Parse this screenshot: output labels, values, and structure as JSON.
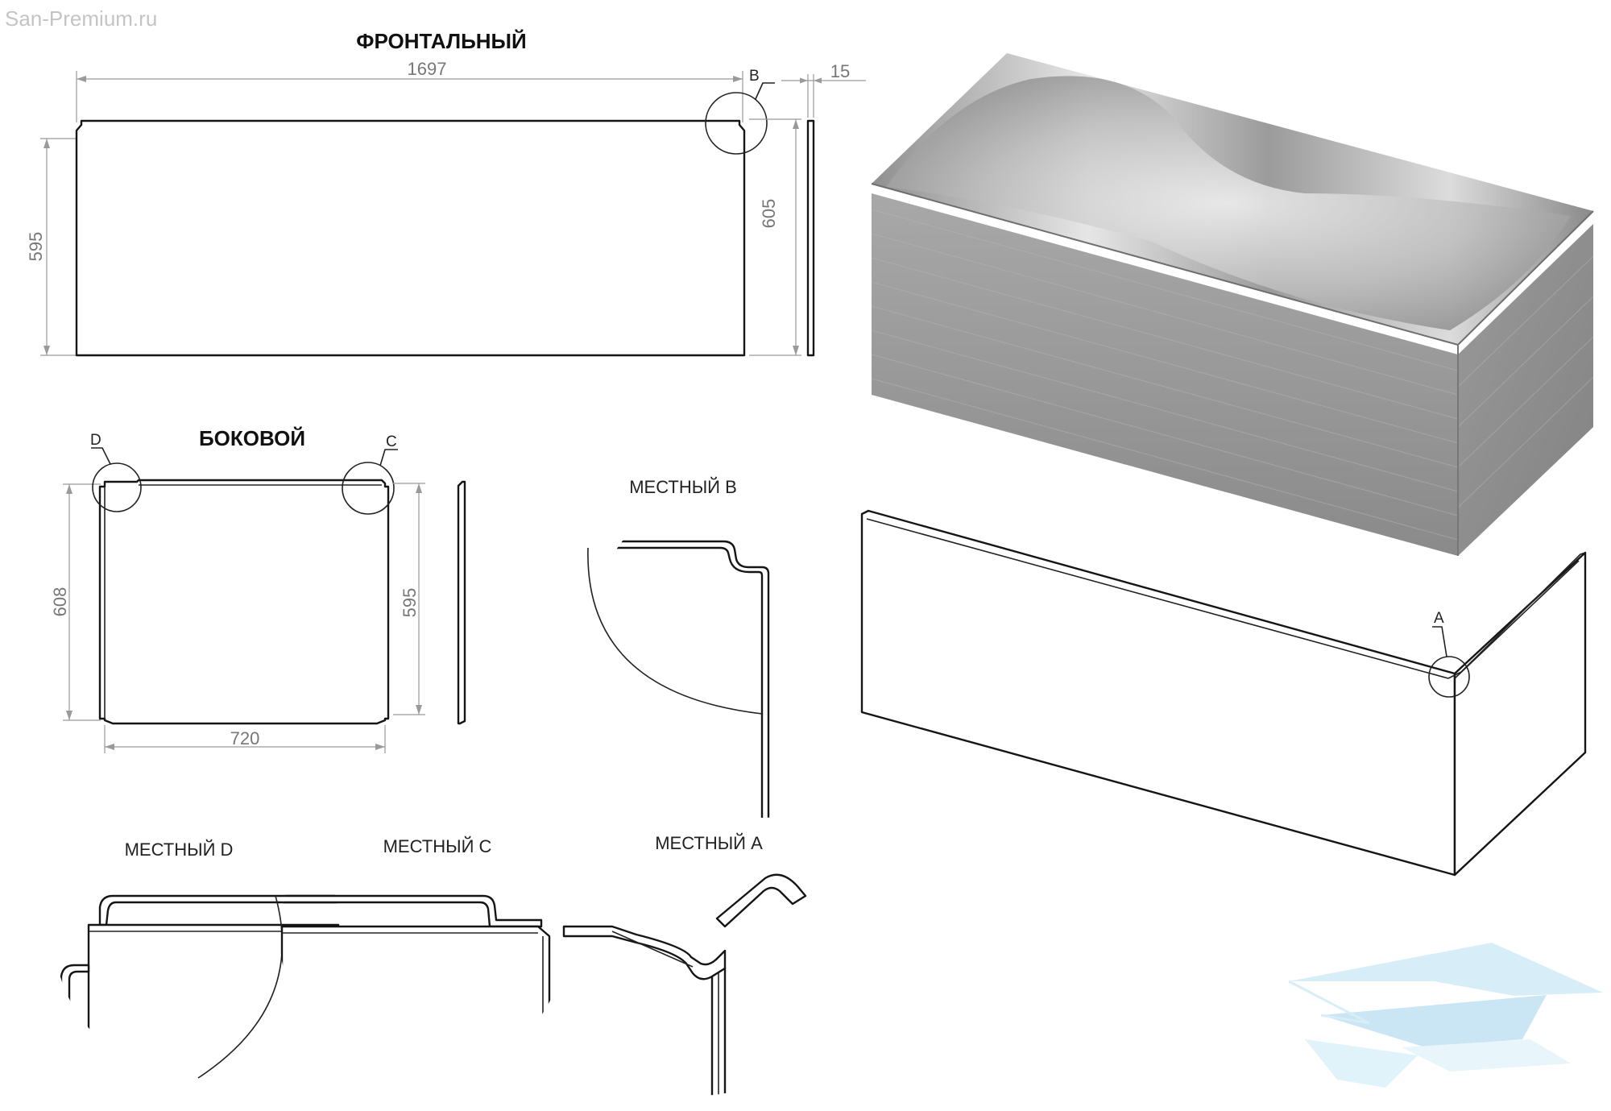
{
  "watermark": "San-Premium.ru",
  "front": {
    "title": "ФРОНТАЛЬНЫЙ",
    "width": "1697",
    "height_left": "595",
    "height_right": "605",
    "thickness": "15",
    "callout": "B"
  },
  "side": {
    "title": "БОКОВОЙ",
    "width": "720",
    "height_left": "608",
    "height_right": "595",
    "callout_left": "D",
    "callout_right": "C"
  },
  "details": {
    "b": "МЕСТНЫЙ В",
    "d": "МЕСТНЫЙ D",
    "c": "МЕСТНЫЙ С",
    "a": "МЕСТНЫЙ А"
  },
  "iso": {
    "callout": "A"
  },
  "colors": {
    "line": "#151515",
    "dimension": "#9a9a9a",
    "tub_shading": "#8c8c8c",
    "logo": "#a9d8ef"
  }
}
